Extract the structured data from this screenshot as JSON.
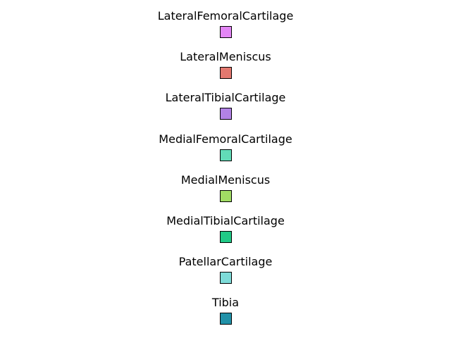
{
  "legend": {
    "items": [
      {
        "label": "LateralFemoralCartilage",
        "color": "#e386f5"
      },
      {
        "label": "LateralMeniscus",
        "color": "#e3786f"
      },
      {
        "label": "LateralTibialCartilage",
        "color": "#b282e6"
      },
      {
        "label": "MedialFemoralCartilage",
        "color": "#62dcb8"
      },
      {
        "label": "MedialMeniscus",
        "color": "#a1dc64"
      },
      {
        "label": "MedialTibialCartilage",
        "color": "#20c986"
      },
      {
        "label": "PatellarCartilage",
        "color": "#7ddbd8"
      },
      {
        "label": "Tibia",
        "color": "#2191a8"
      }
    ]
  }
}
